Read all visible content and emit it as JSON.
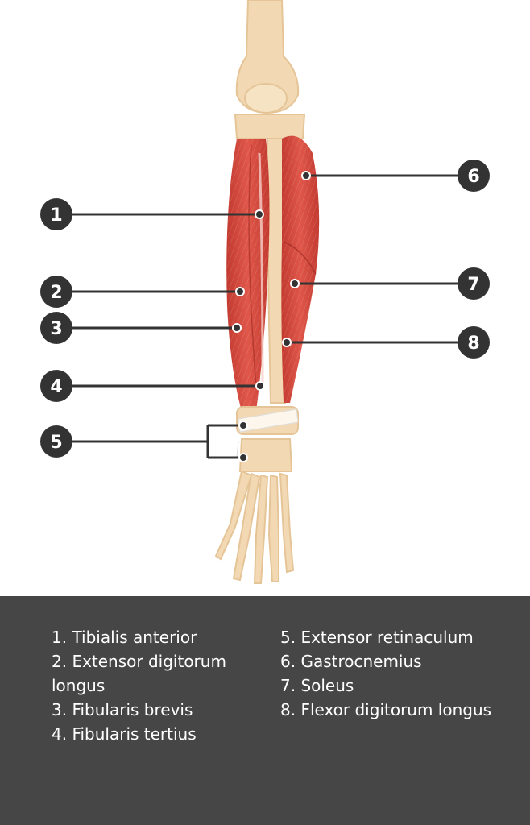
{
  "markers": [
    {
      "id": "1",
      "label": "1"
    },
    {
      "id": "2",
      "label": "2"
    },
    {
      "id": "3",
      "label": "3"
    },
    {
      "id": "4",
      "label": "4"
    },
    {
      "id": "5",
      "label": "5"
    },
    {
      "id": "6",
      "label": "6"
    },
    {
      "id": "7",
      "label": "7"
    },
    {
      "id": "8",
      "label": "8"
    }
  ],
  "legend": {
    "left": [
      "1. Tibialis anterior",
      "2. Extensor digitorum longus",
      "3. Fibularis brevis",
      "4. Fibularis tertius"
    ],
    "right": [
      "5. Extensor retinaculum",
      "6. Gastrocnemius",
      "7. Soleus",
      "8. Flexor digitorum longus"
    ]
  },
  "colors": {
    "muscle": "#d9453a",
    "muscle_dark": "#b8322a",
    "bone": "#f2d9b3",
    "bone_shade": "#e5c597",
    "marker": "#333333",
    "legend_bg": "#464646"
  }
}
